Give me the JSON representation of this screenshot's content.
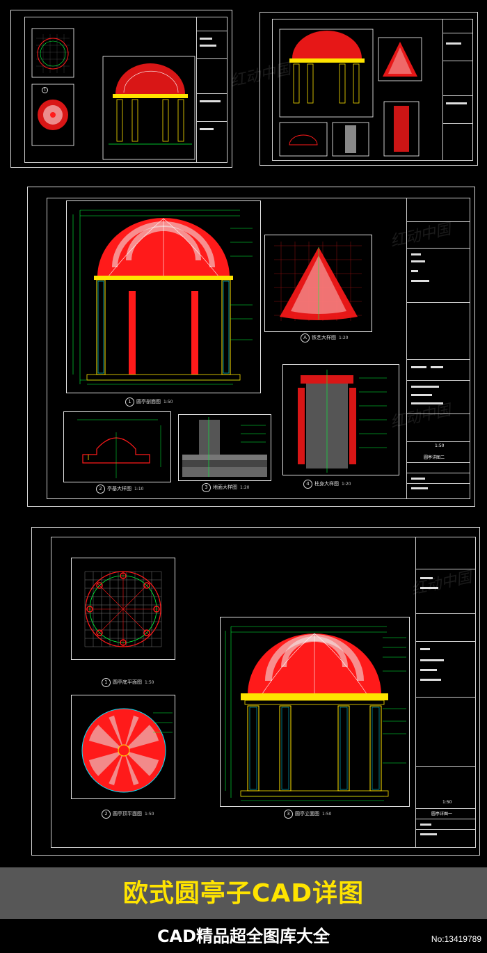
{
  "banner": {
    "title": "欧式圆亭子CAD详图",
    "subtitle": "CAD精品超全图库大全",
    "number": "No:13419789"
  },
  "watermark": {
    "text": "红动中国"
  },
  "sheet2": {
    "views": [
      {
        "num": "1",
        "name": "圆亭剖面图",
        "scale": "1:50"
      },
      {
        "num": "A",
        "name": "铁艺大样图",
        "scale": "1:20"
      },
      {
        "num": "2",
        "name": "亭基大样图",
        "scale": "1:10"
      },
      {
        "num": "3",
        "name": "地面大样图",
        "scale": "1:20"
      },
      {
        "num": "4",
        "name": "柱身大样图",
        "scale": "1:20"
      }
    ],
    "title_block_name": "圆亭详图二",
    "title_block_label": "1:50"
  },
  "sheet3": {
    "views": [
      {
        "num": "1",
        "name": "圆亭底平面图",
        "scale": "1:50"
      },
      {
        "num": "2",
        "name": "圆亭顶平面图",
        "scale": "1:50"
      },
      {
        "num": "3",
        "name": "圆亭立面图",
        "scale": "1:50"
      }
    ],
    "title_block_name": "圆亭详图一",
    "title_block_label": "1:50"
  },
  "colors": {
    "cad_red": "#ff1a1a",
    "cad_green": "#00ff3c",
    "cad_yellow": "#ffe400",
    "cad_cyan": "#00e5ff",
    "banner_bg": "#575757"
  }
}
